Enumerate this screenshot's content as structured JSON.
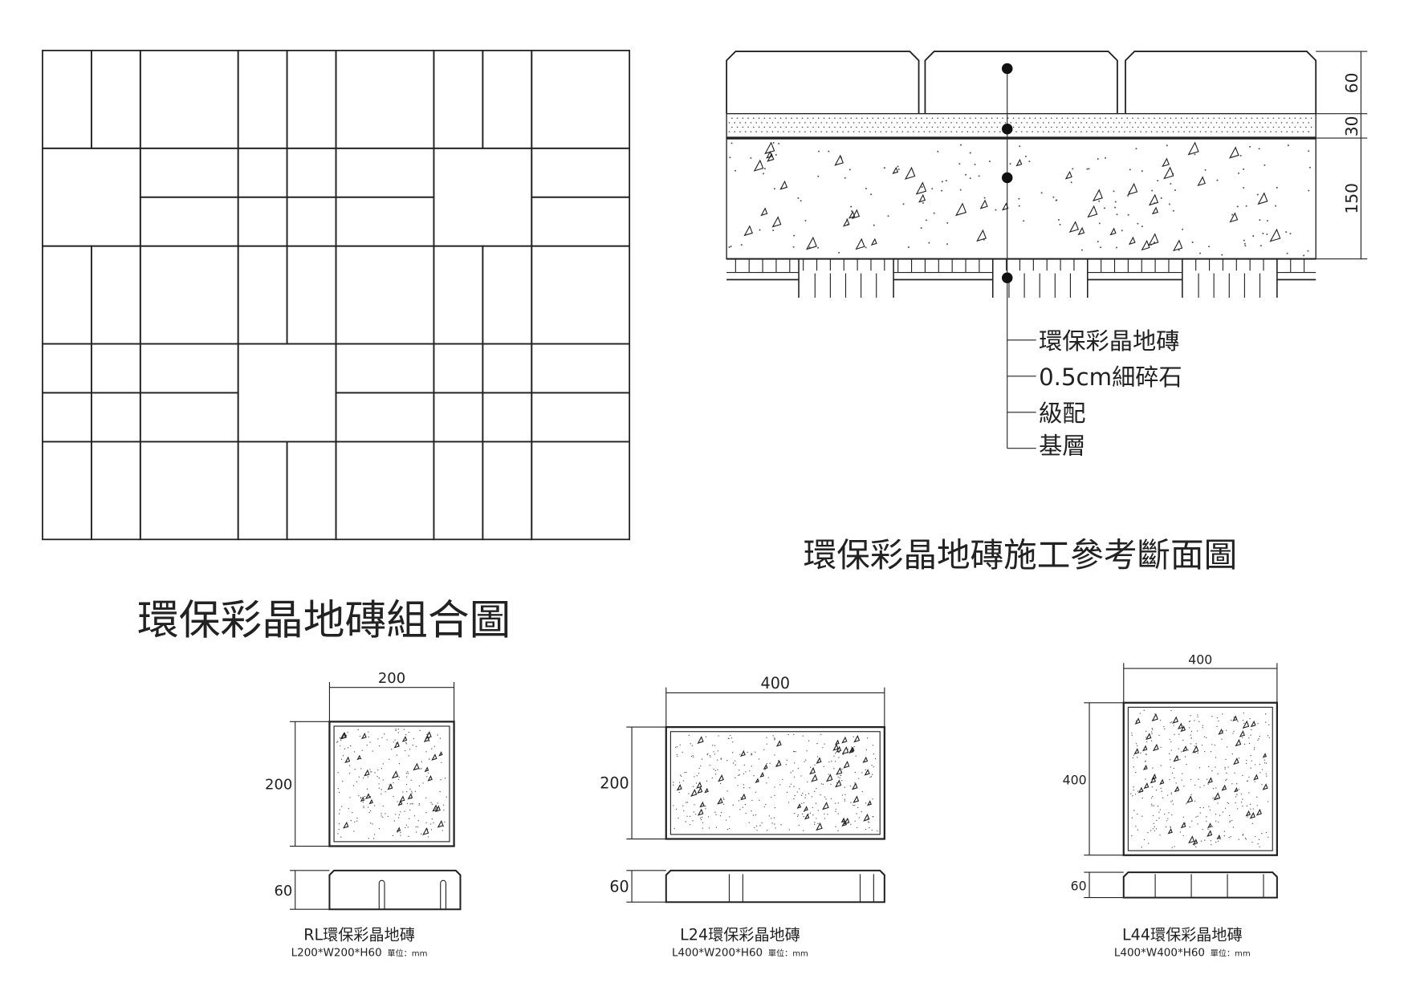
{
  "layout_plan": {
    "title": "環保彩晶地磚組合圖"
  },
  "section": {
    "title": "環保彩晶地磚施工參考斷面圖",
    "dimensions": [
      "60",
      "30",
      "150"
    ],
    "layers": [
      "環保彩晶地磚",
      "0.5cm細碎石",
      "級配",
      "基層"
    ]
  },
  "tiles": [
    {
      "name": "RL環保彩晶地磚",
      "spec": "L200*W200*H60",
      "unit": "單位：mm",
      "width": "200",
      "length": "200",
      "height": "60"
    },
    {
      "name": "L24環保彩晶地磚",
      "spec": "L400*W200*H60",
      "unit": "單位：mm",
      "width": "400",
      "length": "200",
      "height": "60"
    },
    {
      "name": "L44環保彩晶地磚",
      "spec": "L400*W400*H60",
      "unit": "單位：mm",
      "width": "400",
      "length": "400",
      "height": "60"
    }
  ],
  "colors": {
    "ink": "#222222",
    "background": "#ffffff"
  }
}
